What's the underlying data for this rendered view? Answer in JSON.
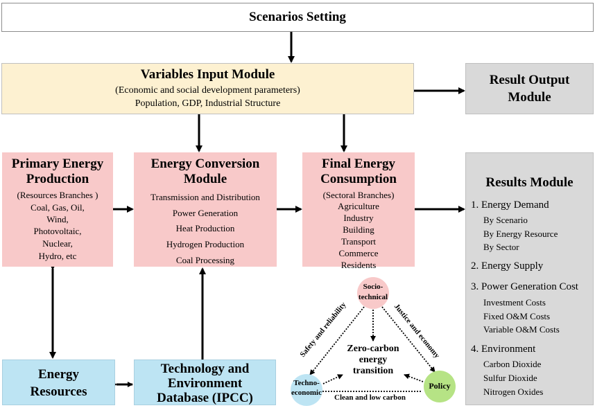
{
  "scenarios": {
    "title": "Scenarios Setting"
  },
  "variables_input": {
    "title": "Variables Input Module",
    "line1": "(Economic and social development parameters)",
    "line2": "Population, GDP, Industrial Structure"
  },
  "result_output": {
    "line1": "Result Output",
    "line2": "Module"
  },
  "primary_energy": {
    "title1": "Primary Energy",
    "title2": "Production",
    "items": [
      "(Resources Branches )",
      "Coal, Gas, Oil,",
      "Wind,",
      "Photovoltaic,",
      "Nuclear,",
      "Hydro, etc"
    ]
  },
  "energy_conversion": {
    "title1": "Energy Conversion",
    "title2": "Module",
    "items": [
      "Transmission and Distribution",
      "Power Generation",
      "Heat Production",
      "Hydrogen Production",
      "Coal Processing"
    ]
  },
  "final_energy": {
    "title1": "Final Energy",
    "title2": "Consumption",
    "items": [
      "(Sectoral Branches)",
      "Agriculture",
      "Industry",
      "Building",
      "Transport",
      "Commerce",
      "Residents"
    ]
  },
  "results_module": {
    "title": "Results Module",
    "h1": "1. Energy Demand",
    "h1_items": [
      "By Scenario",
      "By Energy Resource",
      "By Sector"
    ],
    "h2": "2. Energy Supply",
    "h3": "3. Power Generation Cost",
    "h3_items": [
      "Investment Costs",
      "Fixed O&M Costs",
      "Variable O&M Costs"
    ],
    "h4": "4. Environment",
    "h4_items": [
      "Carbon Dioxide",
      "Sulfur Dioxide",
      "Nitrogen Oxides"
    ]
  },
  "energy_resources": {
    "line1": "Energy",
    "line2": "Resources"
  },
  "tech_env_db": {
    "line1": "Technology and",
    "line2": "Environment",
    "line3": "Database (IPCC)"
  },
  "triangle": {
    "socio": [
      "Socio-",
      "technical"
    ],
    "techno": [
      "Techno-",
      "economic"
    ],
    "policy": "Policy",
    "center": [
      "Zero-carbon",
      "energy",
      "transition"
    ],
    "left_edge": "Safety and reliability",
    "right_edge": "Justice and economy",
    "bottom_edge": "Clean and low carbon"
  },
  "colors": {
    "input_fill": "#fdf1d1",
    "process_fill": "#f8c9c9",
    "output_fill": "#d9d9d9",
    "resource_fill": "#bde4f3",
    "policy_fill": "#b6e385"
  }
}
